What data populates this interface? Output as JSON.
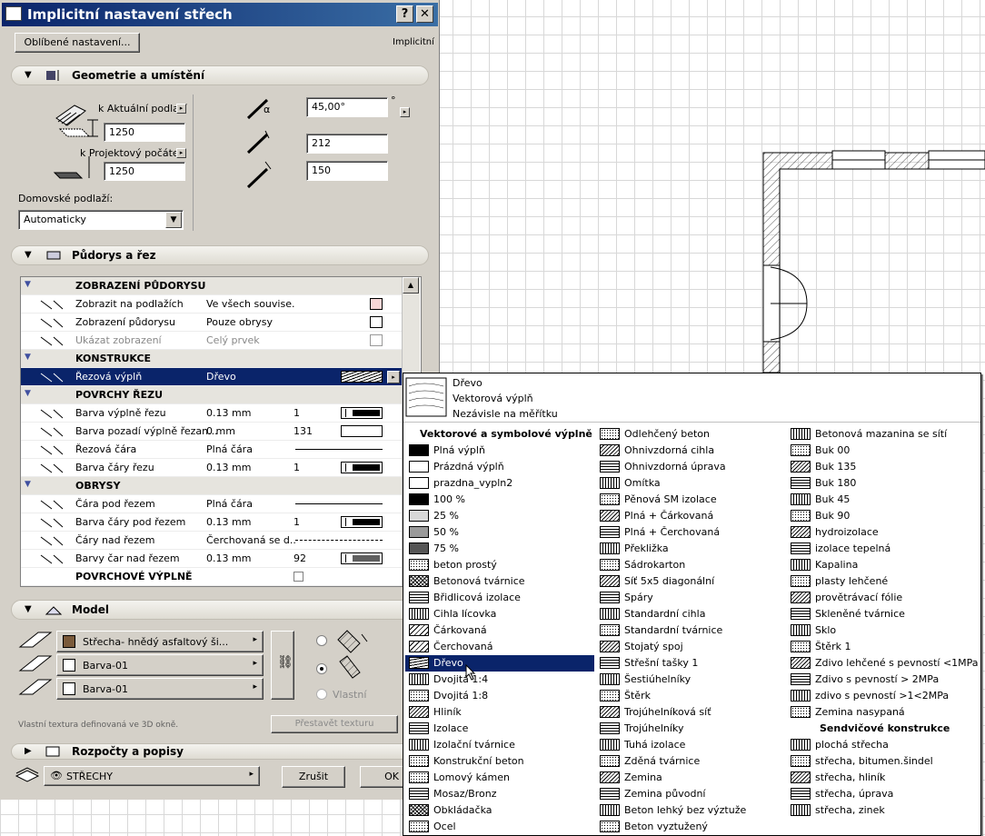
{
  "window": {
    "title": "Implicitní nastavení střech",
    "help": "?",
    "close": "✕"
  },
  "top": {
    "favorites_button": "Oblíbené nastavení...",
    "mode_label": "Implicitní"
  },
  "geometry": {
    "section_title": "Geometrie a umístění",
    "ref_top_label": "k Aktuální podlaží",
    "ref_top_value": "1250",
    "ref_bottom_label": "k Projektový počátek",
    "ref_bottom_value": "1250",
    "home_story_label": "Domovské podlaží:",
    "home_story_value": "Automaticky",
    "angle_value": "45,00°",
    "angle_unit": "°",
    "thickness_value": "212",
    "offset_value": "150"
  },
  "floorplan": {
    "section_title": "Půdorys a řez",
    "rows": [
      {
        "type": "group",
        "label": "ZOBRAZENÍ PŮDORYSU"
      },
      {
        "type": "row",
        "label": "Zobrazit na podlažích",
        "value": "Ve všech souvise..."
      },
      {
        "type": "row",
        "label": "Zobrazení půdorysu",
        "value": "Pouze obrysy"
      },
      {
        "type": "row",
        "label": "Ukázat zobrazení",
        "value": "Celý prvek",
        "dim": true
      },
      {
        "type": "group",
        "label": "KONSTRUKCE"
      },
      {
        "type": "row",
        "label": "Řezová výplň",
        "value": "Dřevo",
        "selected": true
      },
      {
        "type": "group",
        "label": "POVRCHY ŘEZU"
      },
      {
        "type": "row",
        "label": "Barva výplně řezu",
        "value": "0.13 mm",
        "num": "1",
        "swatch": "black"
      },
      {
        "type": "row",
        "label": "Barva pozadí výplně řezan...",
        "value": "0 mm",
        "num": "131",
        "swatch": "white"
      },
      {
        "type": "row",
        "label": "Řezová čára",
        "value": "Plná čára",
        "line": "solid"
      },
      {
        "type": "row",
        "label": "Barva čáry řezu",
        "value": "0.13 mm",
        "num": "1",
        "swatch": "black"
      },
      {
        "type": "group",
        "label": "OBRYSY"
      },
      {
        "type": "row",
        "label": "Čára pod řezem",
        "value": "Plná čára",
        "line": "solid"
      },
      {
        "type": "row",
        "label": "Barva čáry pod řezem",
        "value": "0.13 mm",
        "num": "1",
        "swatch": "black"
      },
      {
        "type": "row",
        "label": "Čáry nad řezem",
        "value": "Čerchovaná se d...",
        "line": "dash"
      },
      {
        "type": "row",
        "label": "Barvy čar nad řezem",
        "value": "0.13 mm",
        "num": "92",
        "swatch": "gray"
      },
      {
        "type": "row",
        "label": "POVRCHOVÉ VÝPLNĚ",
        "bold": true,
        "checkbox": true
      }
    ]
  },
  "model": {
    "section_title": "Model",
    "material_top": "Střecha- hnědý asfaltový ši...",
    "material_side": "Barva-01",
    "material_bottom": "Barva-01",
    "custom_label": "Vlastní",
    "texture_note": "Vlastní textura definovaná ve 3D okně.",
    "reset_texture": "Přestavět texturu",
    "colors": {
      "top": "#7a5a3a"
    }
  },
  "budget": {
    "section_title": "Rozpočty a popisy"
  },
  "footer": {
    "layer": "STŘECHY",
    "cancel": "Zrušit",
    "ok": "OK"
  },
  "popup": {
    "current": {
      "name": "Dřevo",
      "kind": "Vektorová výplň",
      "scale": "Nezávisle na měřítku"
    },
    "columns": [
      {
        "header": "Vektorové a symbolové výplně",
        "items": [
          "Plná výplň",
          "Prázdná výplň",
          "prazdna_vypln2",
          "100 %",
          "25 %",
          "50 %",
          "75 %",
          "beton prostý",
          "Betonová tvárnice",
          "Břidlicová izolace",
          "Cihla lícovka",
          "Čárkovaná",
          "Čerchovaná",
          "Dřevo",
          "Dvojitá 1:4",
          "Dvojitá 1:8",
          "Hliník",
          "Izolace",
          "Izolační tvárnice",
          "Konstrukční beton",
          "Lomový kámen",
          "Mosaz/Bronz",
          "Obkládačka",
          "Ocel"
        ]
      },
      {
        "header": "",
        "items": [
          "Odlehčený beton",
          "Ohnivzdorná cihla",
          "Ohnivzdorná úprava",
          "Omítka",
          "Pěnová SM izolace",
          "Plná + Čárkovaná",
          "Plná + Čerchovaná",
          "Překližka",
          "Sádrokarton",
          "Síť 5x5 diagonální",
          "Spáry",
          "Standardní cihla",
          "Standardní tvárnice",
          "Stojatý spoj",
          "Střešní tašky 1",
          "Šestiúhelníky",
          "Štěrk",
          "Trojúhelníková síť",
          "Trojúhelníky",
          "Tuhá izolace",
          "Zděná tvárnice",
          "Zemina",
          "Zemina původní",
          "Beton lehký bez výztuže",
          "Beton vyztužený"
        ]
      },
      {
        "header": "",
        "items": [
          "Betonová mazanina se sítí",
          "Buk 00",
          "Buk 135",
          "Buk 180",
          "Buk 45",
          "Buk 90",
          "hydroizolace",
          "izolace tepelná",
          "Kapalina",
          "plasty lehčené",
          "provětrávací fólie",
          "Skleněné tvárnice",
          "Sklo",
          "Štěrk 1",
          "Zdivo lehčené s pevností <1MPa",
          "Zdivo s pevností > 2MPa",
          "zdivo s pevností >1<2MPa",
          "Zemina nasypaná"
        ],
        "header2": "Sendvičové konstrukce",
        "items2": [
          "plochá střecha",
          "střecha, bitumen.šindel",
          "střecha, hliník",
          "střecha, úprava",
          "střecha, zinek"
        ]
      }
    ],
    "selected": "Dřevo"
  }
}
